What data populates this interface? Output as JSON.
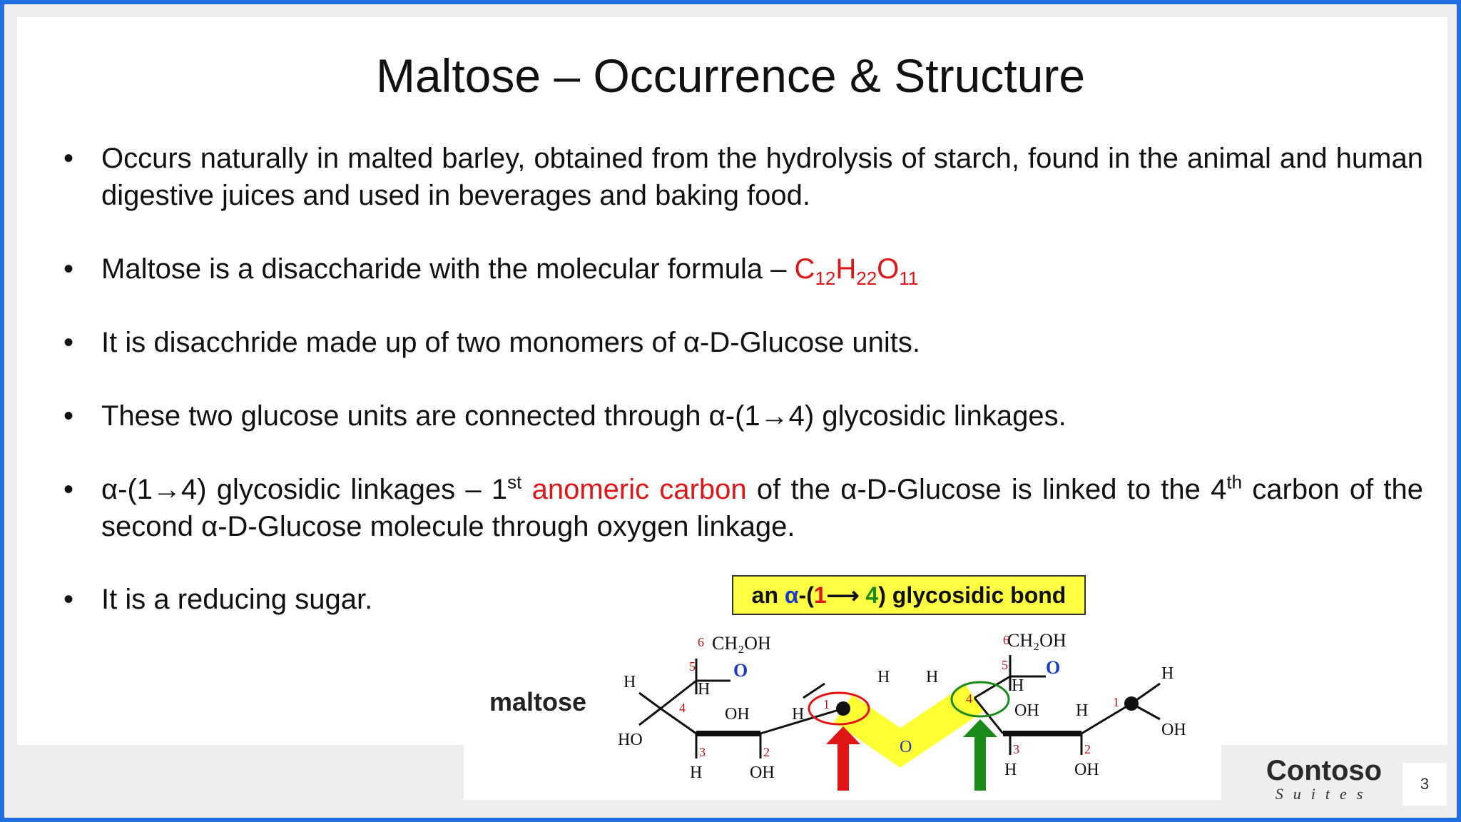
{
  "slide": {
    "title": "Maltose – Occurrence & Structure",
    "bullet_char": "•",
    "bullets": {
      "b1_text": "Occurs naturally in malted barley, obtained from the hydrolysis of starch, found in the animal and human digestive juices and used in beverages and baking food.",
      "b2_text": "Maltose is a disaccharide with the molecular formula – ",
      "b2_formula": {
        "c": "C",
        "c_sub": "12",
        "h": "H",
        "h_sub": "22",
        "o": "O",
        "o_sub": "11"
      },
      "b3_text": "It is disacchride made up of two monomers of α-D-Glucose units.",
      "b4_text": "These two glucose units are connected through α-(1→4) glycosidic linkages.",
      "b5_part1": "α-(1→4) glycosidic linkages – 1",
      "b5_sup1": "st",
      "b5_red": "anomeric carbon",
      "b5_part2": " of the α-D-Glucose is linked to the 4",
      "b5_sup2": "th",
      "b5_part3": " carbon of the second α-D-Glucose molecule through oxygen linkage.",
      "b6_text": "It is a reducing sugar."
    }
  },
  "figure": {
    "label": "maltose",
    "bond_box": {
      "prefix": "an ",
      "alpha": "α",
      "open": "-(",
      "one": "1",
      "arrow": "⟶ ",
      "four": "4",
      "suffix": ") glycosidic bond"
    },
    "atoms": {
      "ch2oh": "CH₂OH",
      "o": "O",
      "h": "H",
      "oh": "OH",
      "ho": "HO",
      "n1": "1",
      "n2": "2",
      "n3": "3",
      "n4": "4",
      "n5": "5",
      "n6": "6"
    },
    "colors": {
      "ring_o": "#1a3cc8",
      "linker": "#ffff33",
      "red_arrow": "#e01515",
      "green_arrow": "#1a8a1a",
      "numbers": "#c01010"
    }
  },
  "footer": {
    "logo_main": "Contoso",
    "logo_sub": "Suites",
    "page_number": "3"
  }
}
